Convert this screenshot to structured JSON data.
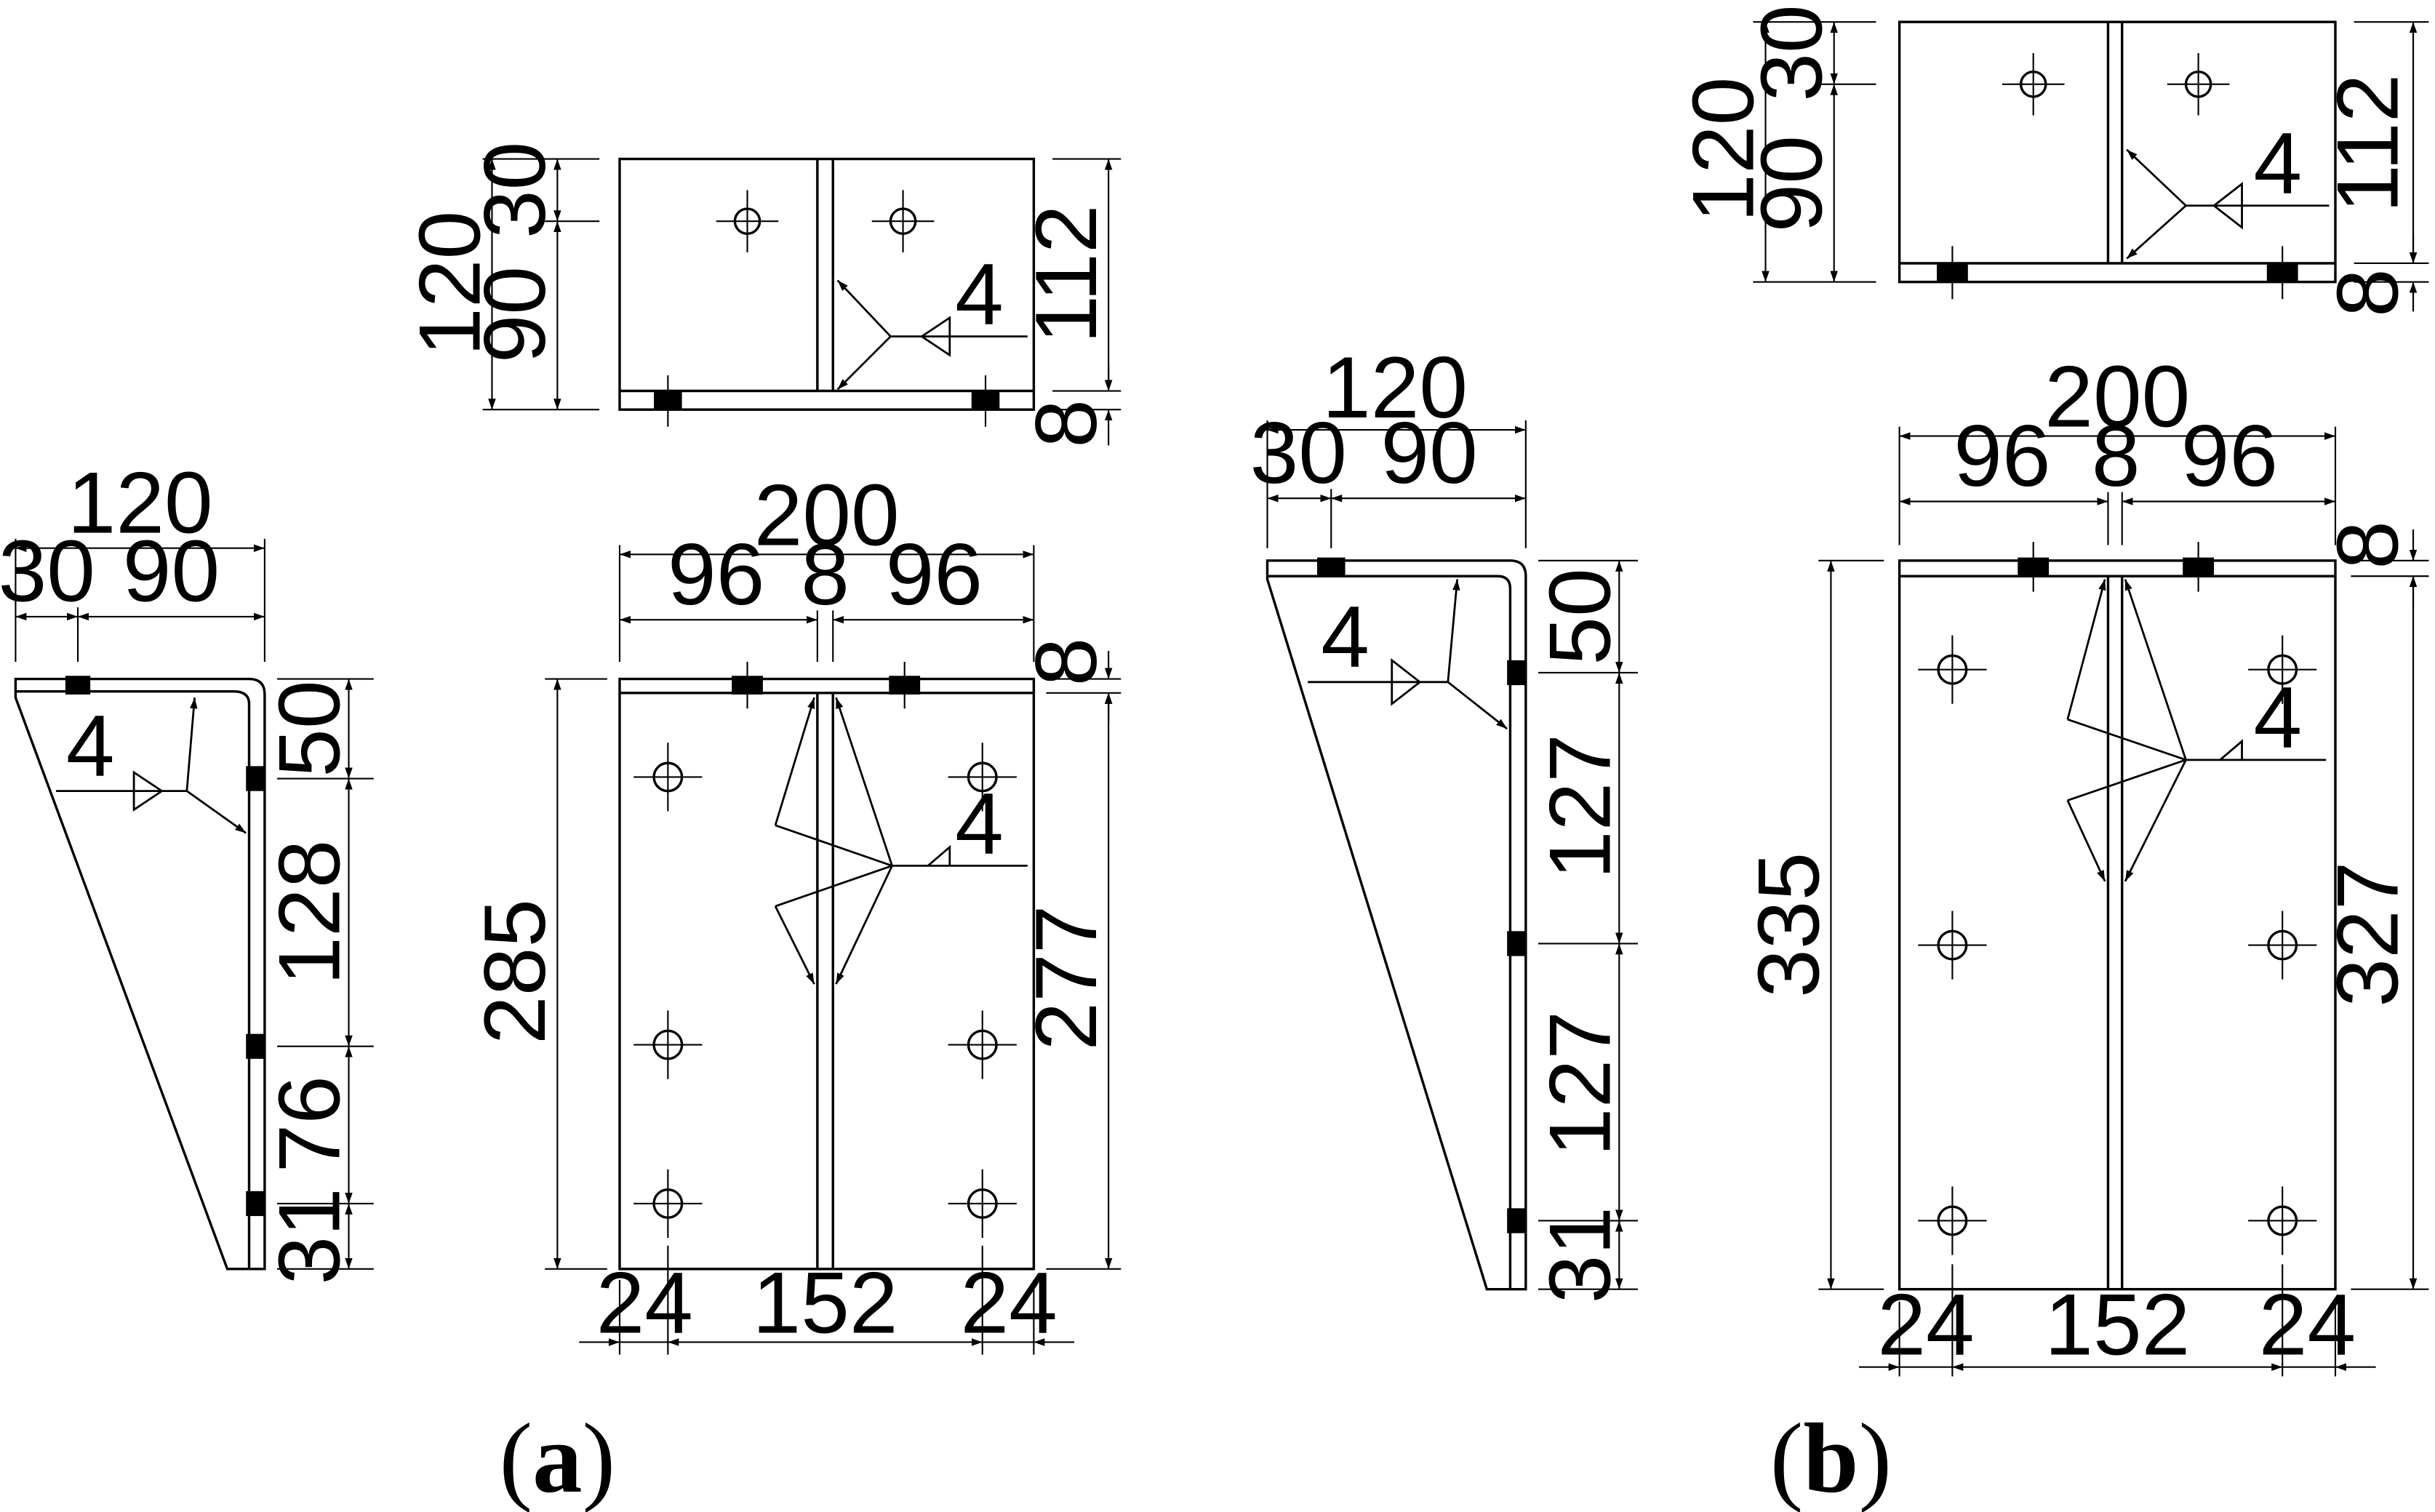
{
  "panel_a": {
    "caption_open": "(",
    "caption_letter": "a",
    "caption_close": ")",
    "side": {
      "width_total": "120",
      "width_left": "30",
      "width_right": "90",
      "weld_size": "4",
      "spacing_1": "50",
      "spacing_2": "128",
      "spacing_3": "76",
      "spacing_4": "31"
    },
    "top": {
      "height_total": "120",
      "offset_top": "30",
      "offset_rest": "90",
      "weld_size": "4",
      "height_right": "112",
      "flange": "8"
    },
    "front": {
      "width_total": "200",
      "width_left": "96",
      "web": "8",
      "width_right": "96",
      "flange_right": "8",
      "height_left": "285",
      "height_right": "277",
      "weld_size": "4",
      "edge_left": "24",
      "pitch": "152",
      "edge_right": "24"
    }
  },
  "panel_b": {
    "caption_open": "(",
    "caption_letter": "b",
    "caption_close": ")",
    "side": {
      "width_total": "120",
      "width_left": "30",
      "width_right": "90",
      "weld_size": "4",
      "spacing_1": "50",
      "spacing_2": "127",
      "spacing_3": "127",
      "spacing_4": "31"
    },
    "top": {
      "height_total": "120",
      "offset_top": "30",
      "offset_rest": "90",
      "weld_size": "4",
      "height_right": "112",
      "flange": "8"
    },
    "front": {
      "width_total": "200",
      "width_left": "96",
      "web": "8",
      "width_right": "96",
      "flange_right": "8",
      "height_left": "335",
      "height_right": "327",
      "weld_size": "4",
      "edge_left": "24",
      "pitch": "152",
      "edge_right": "24"
    }
  }
}
